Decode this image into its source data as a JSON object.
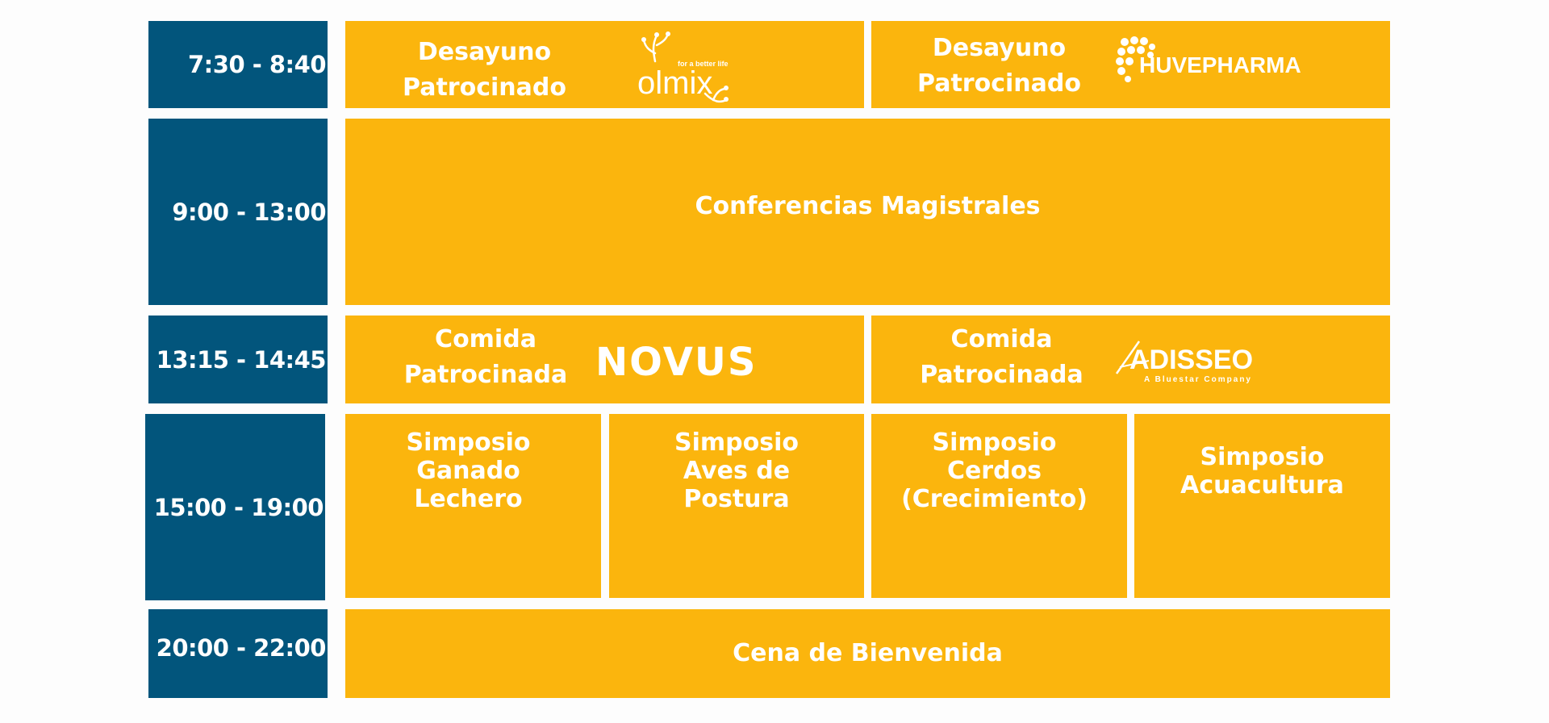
{
  "colors": {
    "time_bg": "#02557c",
    "session_bg": "#fbb50d",
    "text": "#ffffff"
  },
  "rows": [
    {
      "time": "7:30 - 8:40",
      "sessions": [
        {
          "line1": "Desayuno",
          "line2": "Patrocinado",
          "logo": "olmix-logo",
          "logo_text": "olmix",
          "logo_tagline": "for a better life"
        },
        {
          "line1": "Desayuno",
          "line2": "Patrocinado",
          "logo": "huvepharma-logo",
          "logo_text": "HUVEPHARMA"
        }
      ]
    },
    {
      "time": "9:00 - 13:00",
      "sessions": [
        {
          "title": "Conferencias Magistrales"
        }
      ]
    },
    {
      "time": "13:15 - 14:45",
      "sessions": [
        {
          "line1": "Comida",
          "line2": "Patrocinada",
          "logo": "novus-logo",
          "logo_text": "NOVUS"
        },
        {
          "line1": "Comida",
          "line2": "Patrocinada",
          "logo": "adisseo-logo",
          "logo_text": "ADISSEO",
          "logo_tagline": "A Bluestar Company"
        }
      ]
    },
    {
      "time": "15:00 - 19:00",
      "sessions": [
        {
          "lines": [
            "Simposio",
            "Ganado",
            "Lechero"
          ]
        },
        {
          "lines": [
            "Simposio",
            "Aves de",
            "Postura"
          ]
        },
        {
          "lines": [
            "Simposio",
            "Cerdos",
            "(Crecimiento)"
          ]
        },
        {
          "lines": [
            "Simposio",
            "Acuacultura"
          ]
        }
      ]
    },
    {
      "time": "20:00 - 22:00",
      "sessions": [
        {
          "title": "Cena de Bienvenida"
        }
      ]
    }
  ]
}
